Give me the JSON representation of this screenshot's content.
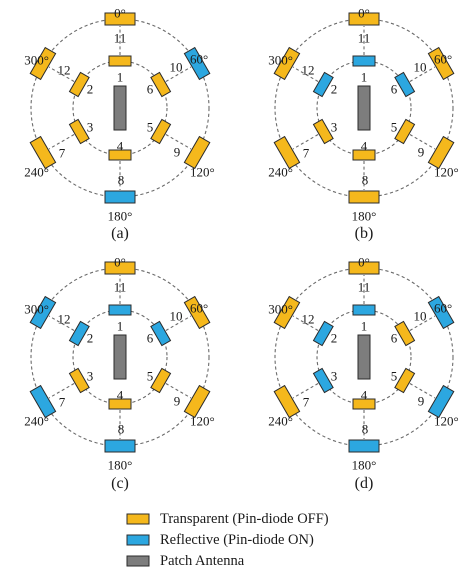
{
  "colors": {
    "transparent": "#F5B81C",
    "reflective": "#2CA7E0",
    "patch": "#7D7D7D"
  },
  "panels": [
    {
      "caption": "(a)",
      "reflective_elements": [
        8,
        10
      ]
    },
    {
      "caption": "(b)",
      "reflective_elements": [
        1,
        2,
        6
      ]
    },
    {
      "caption": "(c)",
      "reflective_elements": [
        1,
        2,
        6,
        7,
        8,
        12
      ]
    },
    {
      "caption": "(d)",
      "reflective_elements": [
        1,
        2,
        3,
        8,
        9,
        10
      ]
    }
  ],
  "element_numbers": [
    "1",
    "2",
    "3",
    "4",
    "5",
    "6",
    "7",
    "8",
    "9",
    "10",
    "11",
    "12"
  ],
  "angle_labels": [
    "0°",
    "60°",
    "120°",
    "180°",
    "240°",
    "300°"
  ],
  "legend": [
    {
      "label": "Transparent  (Pin-diode OFF)",
      "state": "transparent"
    },
    {
      "label": "Reflective  (Pin-diode ON)",
      "state": "reflective"
    },
    {
      "label": "Patch Antenna",
      "state": "patch"
    }
  ]
}
